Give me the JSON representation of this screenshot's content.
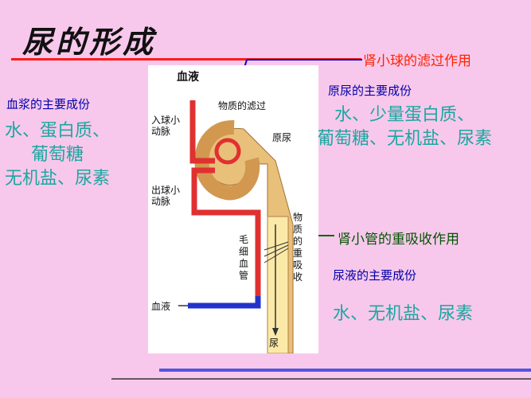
{
  "title": "尿的形成",
  "glomerulus_caption": "肾小球的滤过作用",
  "tubule_caption": "肾小管的重吸收作用",
  "plasma": {
    "heading": "血浆的主要成份",
    "lines": [
      "水、蛋白质、",
      "葡萄糖",
      "无机盐、尿素"
    ]
  },
  "primary_urine": {
    "heading": "原尿的主要成份",
    "lines": [
      "水、少量蛋白质、",
      "葡萄糖、无机盐、尿素"
    ]
  },
  "urine": {
    "heading": "尿液的主要成份",
    "text": "水、无机盐、尿素"
  },
  "diagram": {
    "blood_label": "血液",
    "filtration_label": "物质的滤过",
    "afferent_label": "入球小动脉",
    "efferent_label": "出球小动脉",
    "primary_urine_label": "原尿",
    "capillary_label": "毛细血管",
    "reabsorption_label": "物质的重吸收",
    "blood_out_label": "血液",
    "urine_label": "尿"
  },
  "colors": {
    "background": "#f8c8ec",
    "rule_red": "#ff1a1a",
    "rule_blue": "#5555dd",
    "caption_red": "#ff2200",
    "caption_blue": "#0000a8",
    "caption_green": "#005500",
    "teal": "#1aa7a0",
    "tubule": "#e8c07a",
    "artery": "#e03030",
    "vein": "#2233cc"
  }
}
